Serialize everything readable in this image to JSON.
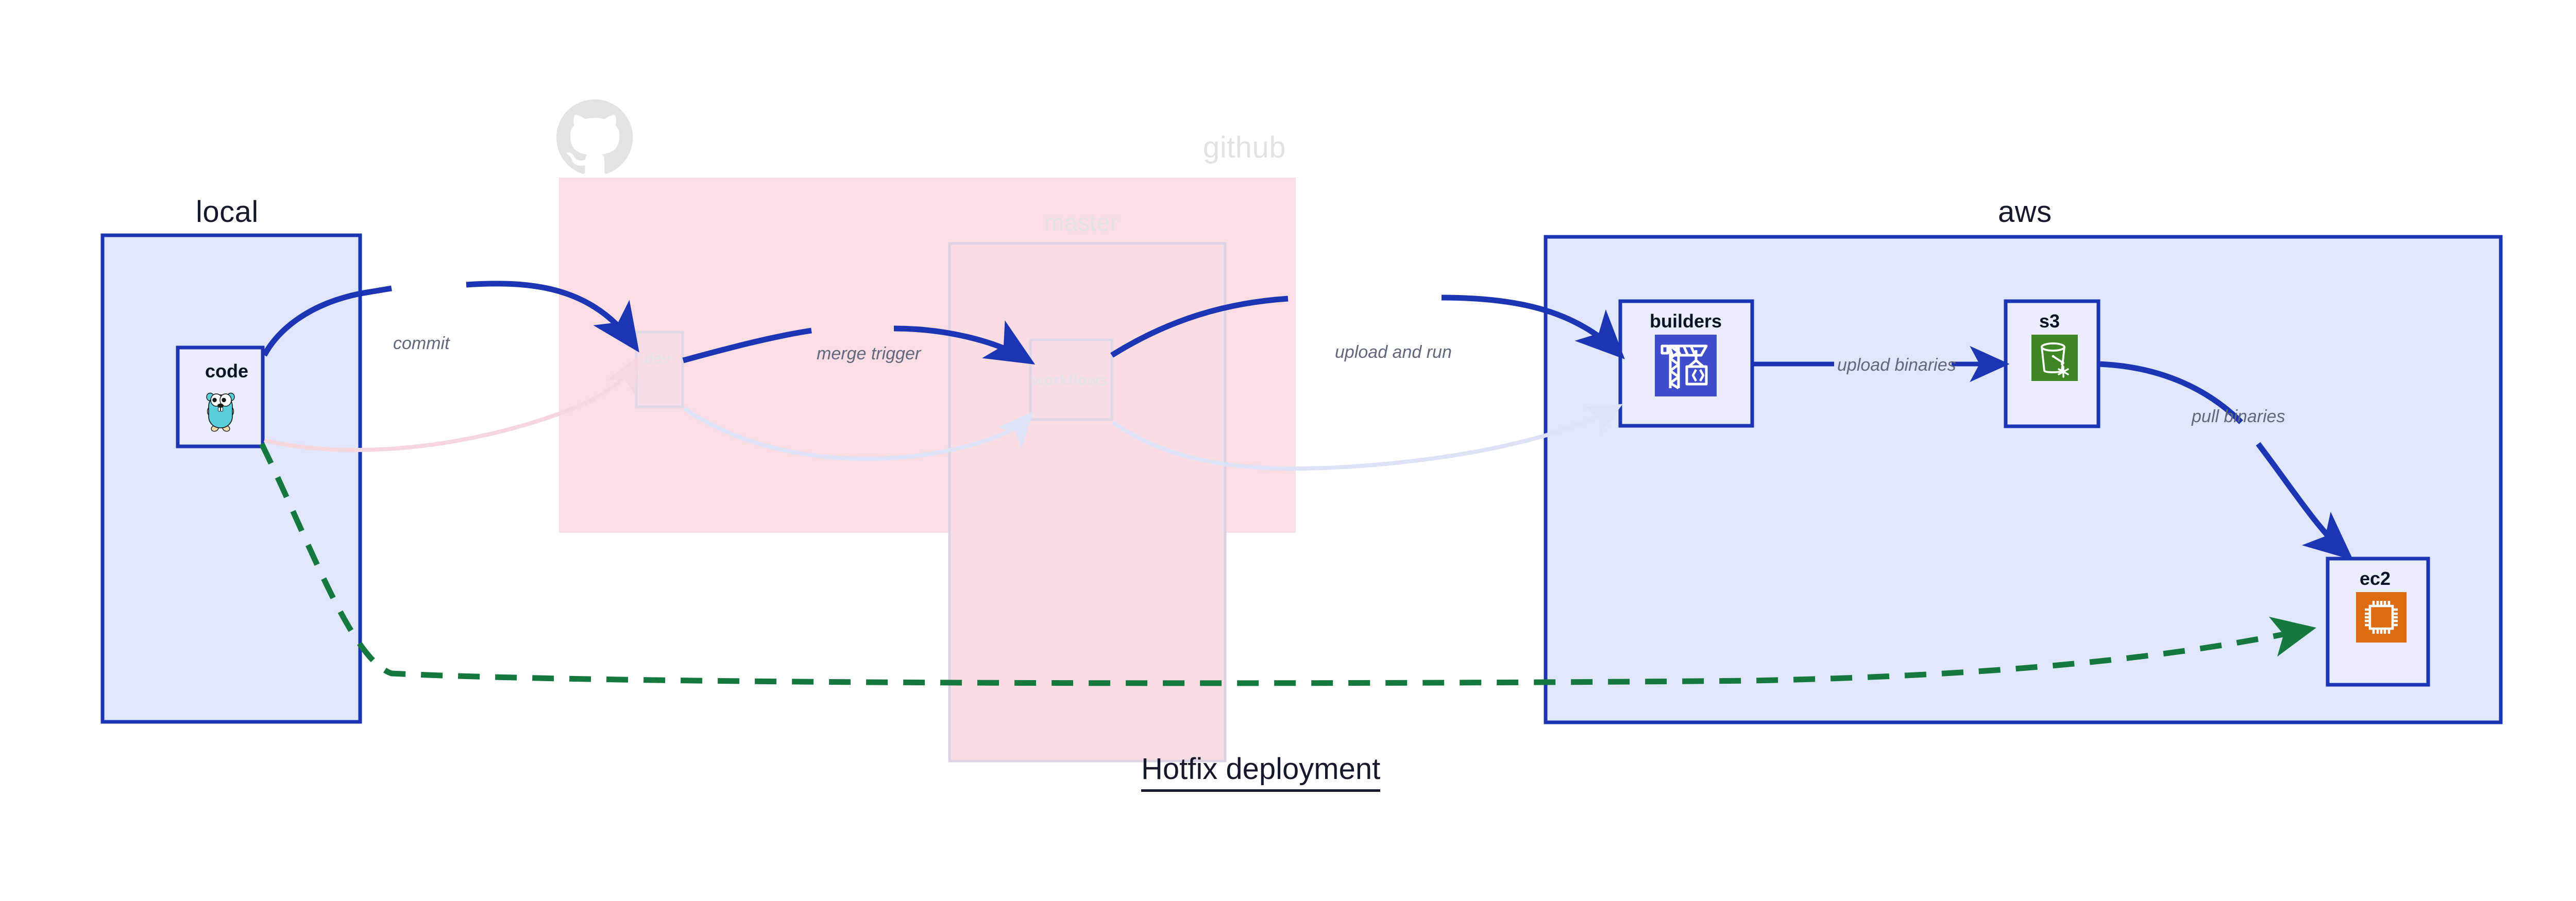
{
  "diagram": {
    "title": "Hotfix deployment",
    "background": "#ffffff"
  },
  "colors": {
    "blue_stroke": "#1b35b5",
    "blue_fill": "#e1e7fb",
    "node_fill": "#eaeefc",
    "pink_fill": "#fadee4",
    "faded_stroke": "#ded8e6",
    "green_dash": "#14783f",
    "builders_icon_bg": "#3f4ccc",
    "s3_icon_bg": "#3f8624",
    "ec2_icon_bg": "#dd6b12",
    "gopher_body": "#5bcedb",
    "label_text": "#61687e",
    "title_text": "#15192b"
  },
  "groups": [
    {
      "id": "local",
      "label": "local",
      "faded": false
    },
    {
      "id": "github",
      "label": "github",
      "faded": true
    },
    {
      "id": "master",
      "label": "master",
      "faded": true
    },
    {
      "id": "aws",
      "label": "aws",
      "faded": false
    }
  ],
  "nodes": [
    {
      "id": "code",
      "label": "code",
      "icon": "go-gopher-icon",
      "faded": false
    },
    {
      "id": "dev",
      "label": "dev",
      "icon": null,
      "faded": true
    },
    {
      "id": "workflows",
      "label": "workflows",
      "icon": null,
      "faded": true
    },
    {
      "id": "builders",
      "label": "builders",
      "icon": "crane-code-icon",
      "faded": false
    },
    {
      "id": "s3",
      "label": "s3",
      "icon": "bucket-icon",
      "faded": false
    },
    {
      "id": "ec2",
      "label": "ec2",
      "icon": "cpu-chip-icon",
      "faded": false
    }
  ],
  "edges": [
    {
      "id": "commit",
      "label": "commit",
      "from": "code",
      "to": "dev",
      "style": "solid-blue",
      "faded": false
    },
    {
      "id": "merge-trigger",
      "label": "merge trigger",
      "from": "dev",
      "to": "workflows",
      "style": "solid-blue",
      "faded": false
    },
    {
      "id": "upload-and-run",
      "label": "upload and run",
      "from": "workflows",
      "to": "builders",
      "style": "solid-blue",
      "faded": false
    },
    {
      "id": "upload-binaries",
      "label": "upload binaries",
      "from": "builders",
      "to": "s3",
      "style": "solid-blue",
      "faded": false
    },
    {
      "id": "pull-binaries",
      "label": "pull binaries",
      "from": "s3",
      "to": "ec2",
      "style": "solid-blue",
      "faded": false
    },
    {
      "id": "hotfix-direct",
      "label": "",
      "from": "code",
      "to": "ec2",
      "style": "dashed-green",
      "faded": false
    },
    {
      "id": "bg-code-dev",
      "label": "",
      "from": "code",
      "to": "dev",
      "style": "solid-pink",
      "faded": true
    },
    {
      "id": "bg-dev-wf",
      "label": "",
      "from": "dev",
      "to": "workflows",
      "style": "solid-faded",
      "faded": true
    },
    {
      "id": "bg-wf-builders",
      "label": "",
      "from": "workflows",
      "to": "builders",
      "style": "solid-faded",
      "faded": true
    }
  ],
  "icons": {
    "github_logo": "github-octocat-icon"
  }
}
